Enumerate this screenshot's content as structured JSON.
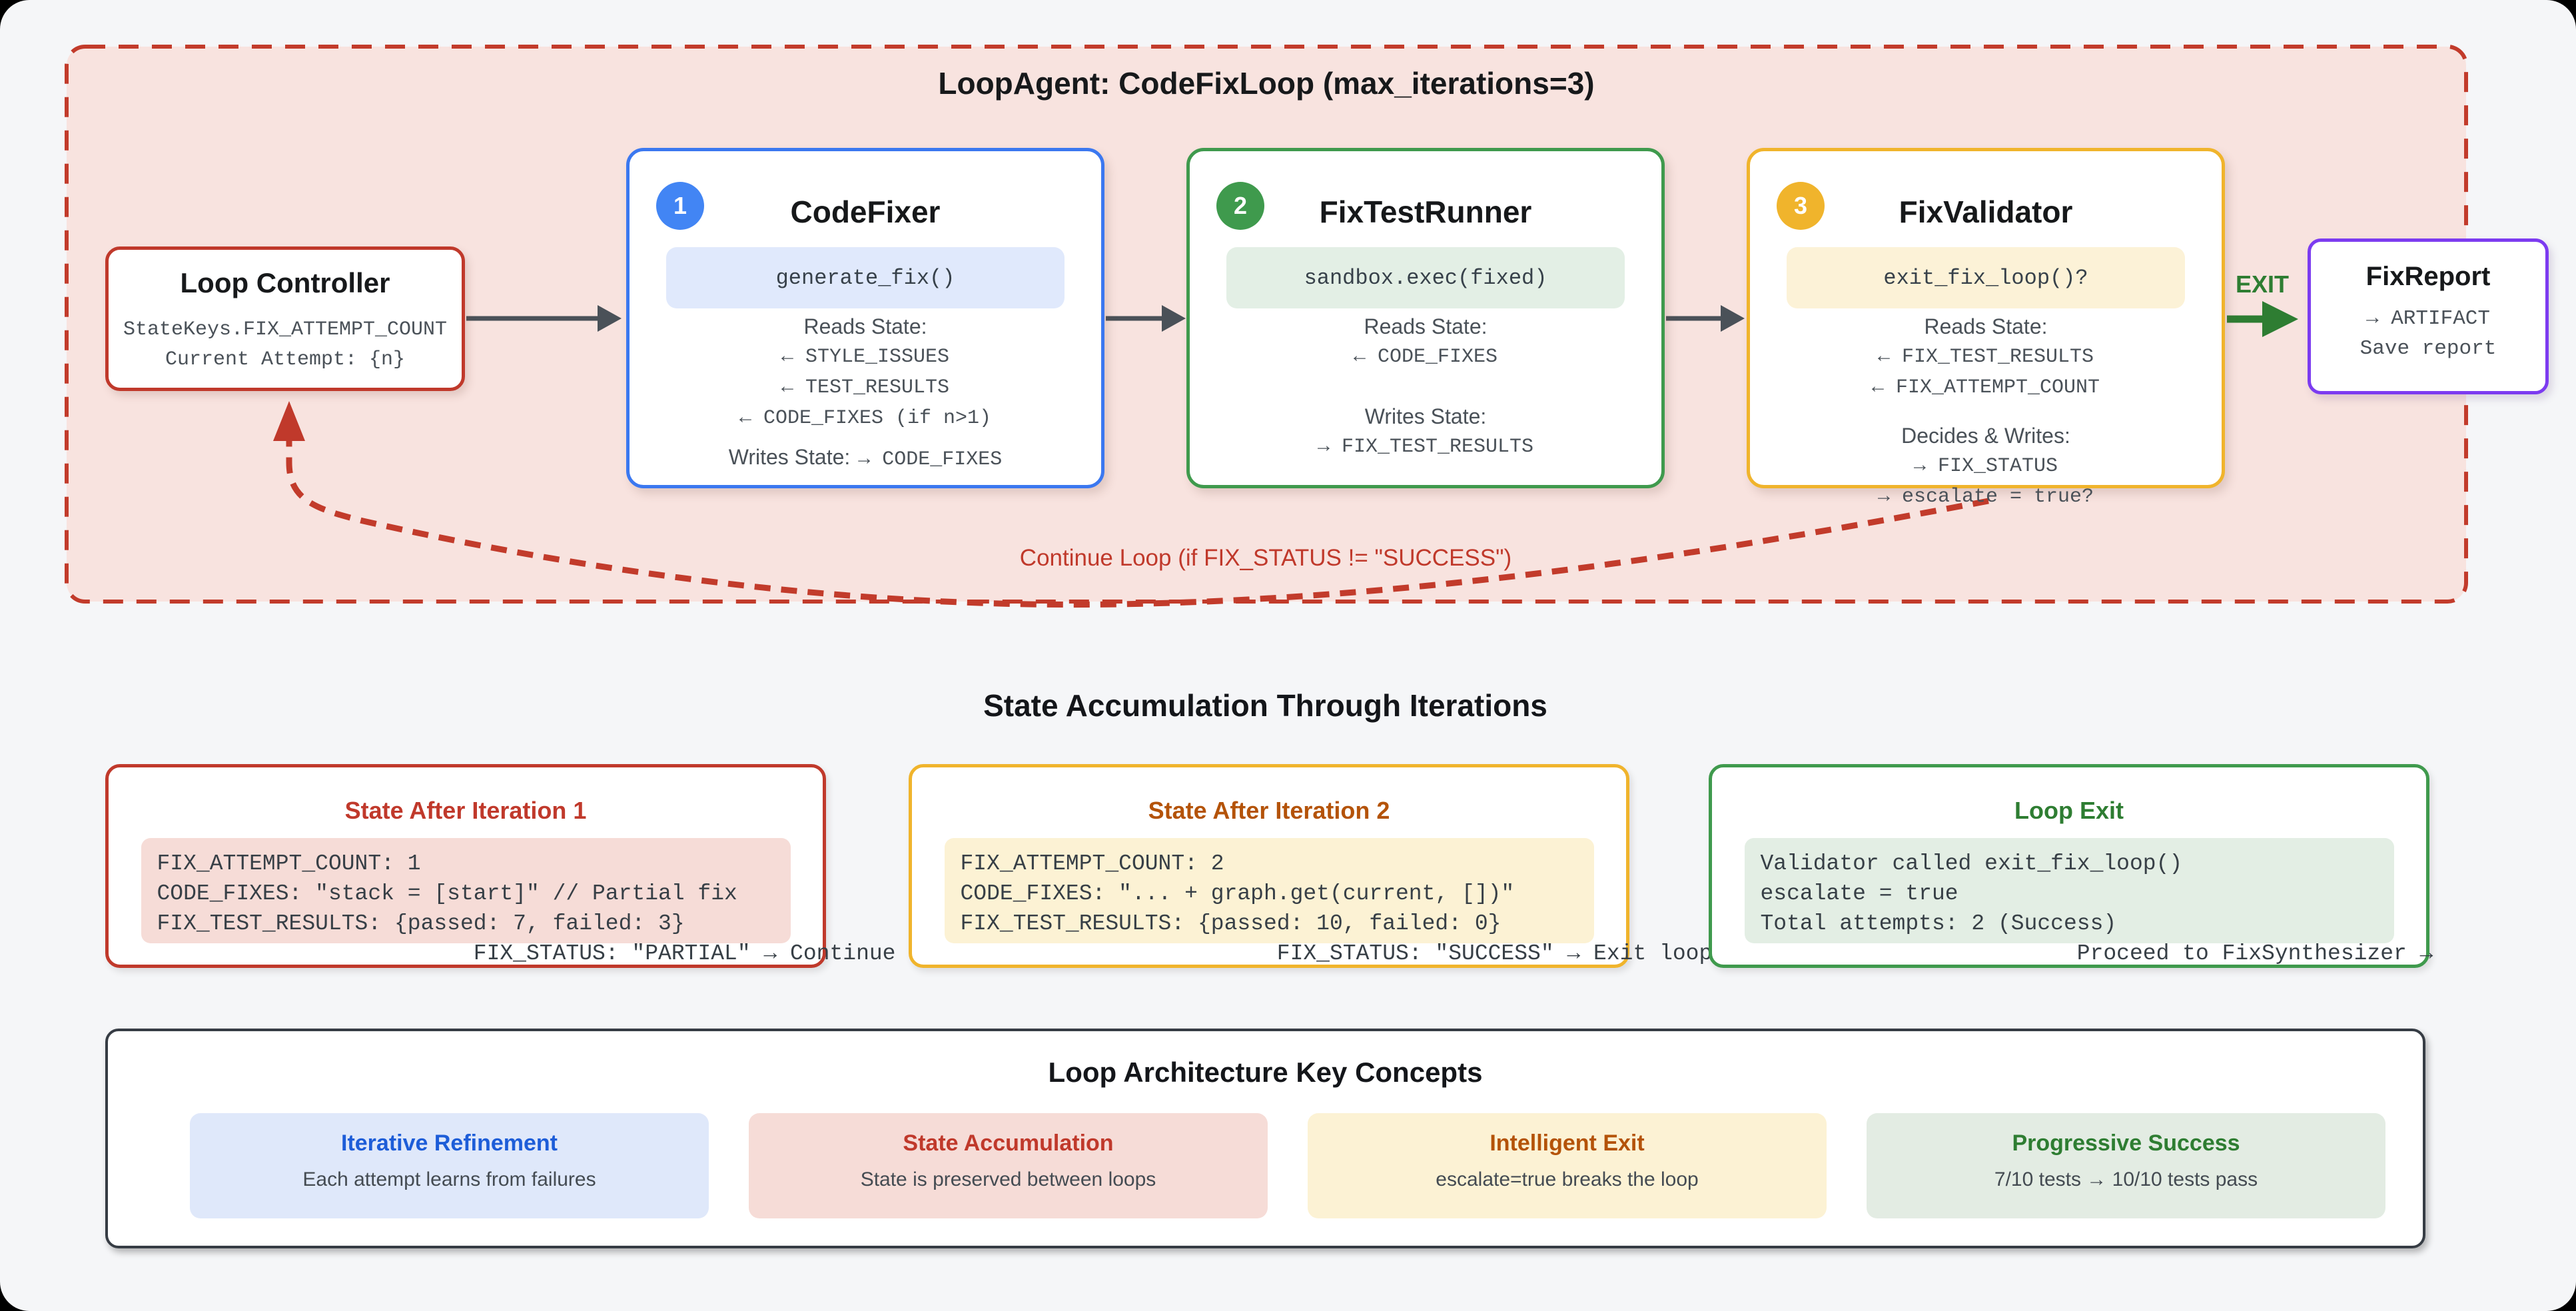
{
  "loop": {
    "title": "LoopAgent: CodeFixLoop (max_iterations=3)",
    "continue_label": "Continue Loop (if FIX_STATUS != \"SUCCESS\")",
    "exit_label": "EXIT",
    "controller": {
      "title": "Loop Controller",
      "lines": [
        "StateKeys.FIX_ATTEMPT_COUNT",
        "Current Attempt: {n}"
      ]
    },
    "agents": [
      {
        "badge": "1",
        "title": "CodeFixer",
        "code": "generate_fix()",
        "reads_label": "Reads State:",
        "reads": [
          "← STYLE_ISSUES",
          "← TEST_RESULTS",
          "← CODE_FIXES (if n>1)"
        ],
        "writes_label": "Writes State:",
        "writes_inline": "→ CODE_FIXES"
      },
      {
        "badge": "2",
        "title": "FixTestRunner",
        "code": "sandbox.exec(fixed)",
        "reads_label": "Reads State:",
        "reads": [
          "← CODE_FIXES"
        ],
        "writes_label": "Writes State:",
        "writes": [
          "→ FIX_TEST_RESULTS"
        ]
      },
      {
        "badge": "3",
        "title": "FixValidator",
        "code": "exit_fix_loop()?",
        "reads_label": "Reads State:",
        "reads": [
          "← FIX_TEST_RESULTS",
          "← FIX_ATTEMPT_COUNT"
        ],
        "writes_label": "Decides & Writes:",
        "writes": [
          "→ FIX_STATUS",
          "→ escalate = true?"
        ]
      }
    ],
    "report": {
      "title": "FixReport",
      "lines": [
        "→ ARTIFACT",
        "Save report"
      ]
    }
  },
  "state_section": {
    "heading": "State Accumulation Through Iterations",
    "boxes": [
      {
        "title": "State After Iteration 1",
        "code": "FIX_ATTEMPT_COUNT: 1\nCODE_FIXES: \"stack = [start]\" // Partial fix\nFIX_TEST_RESULTS: {passed: 7, failed: 3}\n                        FIX_STATUS: \"PARTIAL\" → Continue loop"
      },
      {
        "title": "State After Iteration 2",
        "code": "FIX_ATTEMPT_COUNT: 2\nCODE_FIXES: \"... + graph.get(current, [])\"\nFIX_TEST_RESULTS: {passed: 10, failed: 0}\n                        FIX_STATUS: \"SUCCESS\" → Exit loop"
      },
      {
        "title": "Loop Exit",
        "code": "Validator called exit_fix_loop()\nescalate = true\nTotal attempts: 2 (Success)\n                        Proceed to FixSynthesizer →"
      }
    ]
  },
  "concepts": {
    "heading": "Loop Architecture Key Concepts",
    "items": [
      {
        "title": "Iterative Refinement",
        "desc": "Each attempt learns from failures"
      },
      {
        "title": "State Accumulation",
        "desc": "State is preserved between loops"
      },
      {
        "title": "Intelligent Exit",
        "desc": "escalate=true breaks the loop"
      },
      {
        "title": "Progressive Success",
        "desc": "7/10 tests → 10/10 tests pass"
      }
    ]
  },
  "colors": {
    "accent_red": "#c0392b",
    "accent_blue": "#4285f4",
    "accent_green": "#3f9a4d",
    "accent_amber": "#f0b42c",
    "accent_purple": "#7c3bf0",
    "arrow_gray": "#4a5158",
    "exit_green": "#2e7d32",
    "container_fill": "#f8e3df",
    "page_bg": "#f5f6f8"
  }
}
